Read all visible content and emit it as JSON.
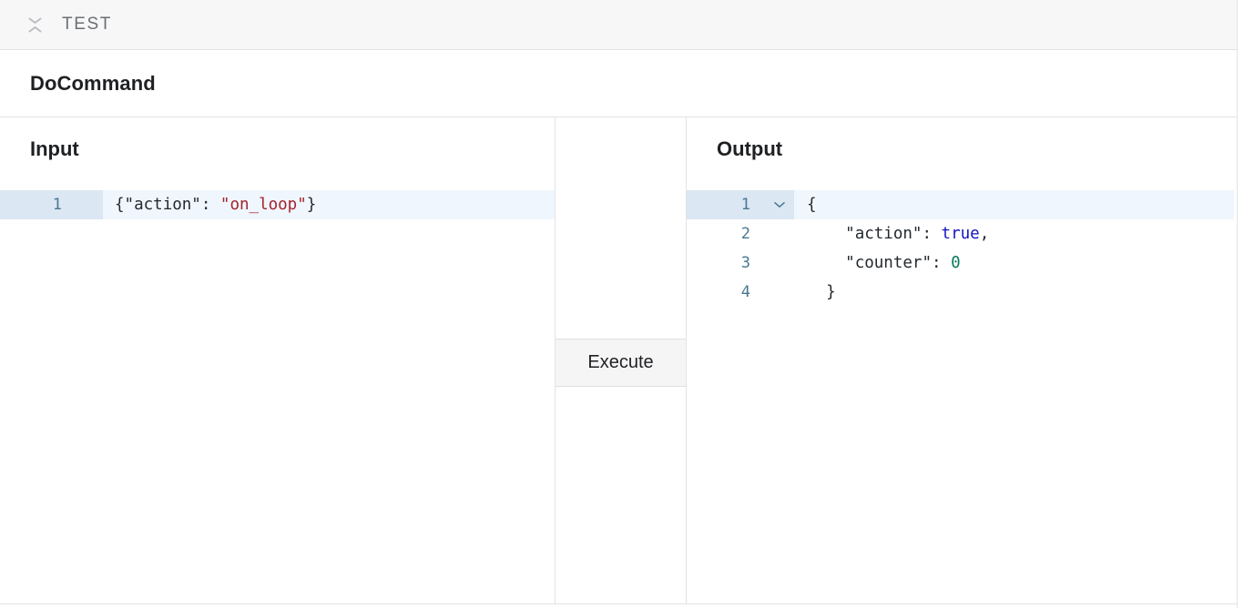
{
  "topbar": {
    "collapse_icon": "collapse-chevrons-icon",
    "title": "TEST"
  },
  "command": {
    "title": "DoCommand"
  },
  "input_panel": {
    "heading": "Input",
    "lines": [
      {
        "number": "1",
        "active": true,
        "tokens": [
          {
            "text": "{",
            "type": "punct"
          },
          {
            "text": "\"action\"",
            "type": "key"
          },
          {
            "text": ": ",
            "type": "punct"
          },
          {
            "text": "\"on_loop\"",
            "type": "str"
          },
          {
            "text": "}",
            "type": "punct"
          }
        ],
        "plain": "{\"action\": \"on_loop\"}"
      }
    ]
  },
  "action_panel": {
    "execute_label": "Execute"
  },
  "output_panel": {
    "heading": "Output",
    "lines": [
      {
        "number": "1",
        "active": true,
        "fold": "chevron-down-icon",
        "plain": "{"
      },
      {
        "number": "2",
        "active": false,
        "plain": "    \"action\": true,"
      },
      {
        "number": "3",
        "active": false,
        "plain": "    \"counter\": 0"
      },
      {
        "number": "4",
        "active": false,
        "plain": "  }"
      }
    ]
  },
  "colors": {
    "header_bg": "#f7f7f7",
    "border": "#e3e3e5",
    "active_line_code": "#f0f6fd",
    "active_line_gutter": "#dbe7f3",
    "line_number": "#4a7791",
    "string": "#a3232c",
    "boolean": "#1515c0",
    "number": "#0b7a5a",
    "button_bg": "#f5f5f5"
  }
}
